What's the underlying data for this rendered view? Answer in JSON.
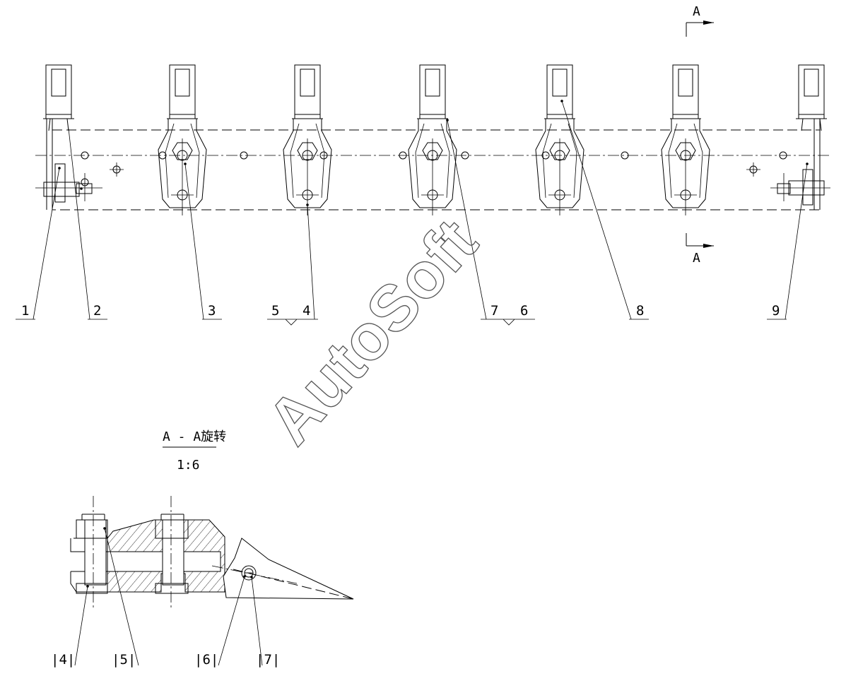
{
  "section": {
    "marker_top": "A",
    "marker_bottom": "A",
    "title": "A - A旋转",
    "scale": "1:6"
  },
  "callouts": {
    "c1": "1",
    "c2": "2",
    "c3": "3",
    "c5": "5",
    "c4": "4",
    "c7": "7",
    "c6": "6",
    "c8": "8",
    "c9": "9"
  },
  "section_callouts": {
    "c4": "|4|",
    "c5": "|5|",
    "c6": "|6|",
    "c7": "|7|"
  },
  "watermark": "AutoSoft"
}
